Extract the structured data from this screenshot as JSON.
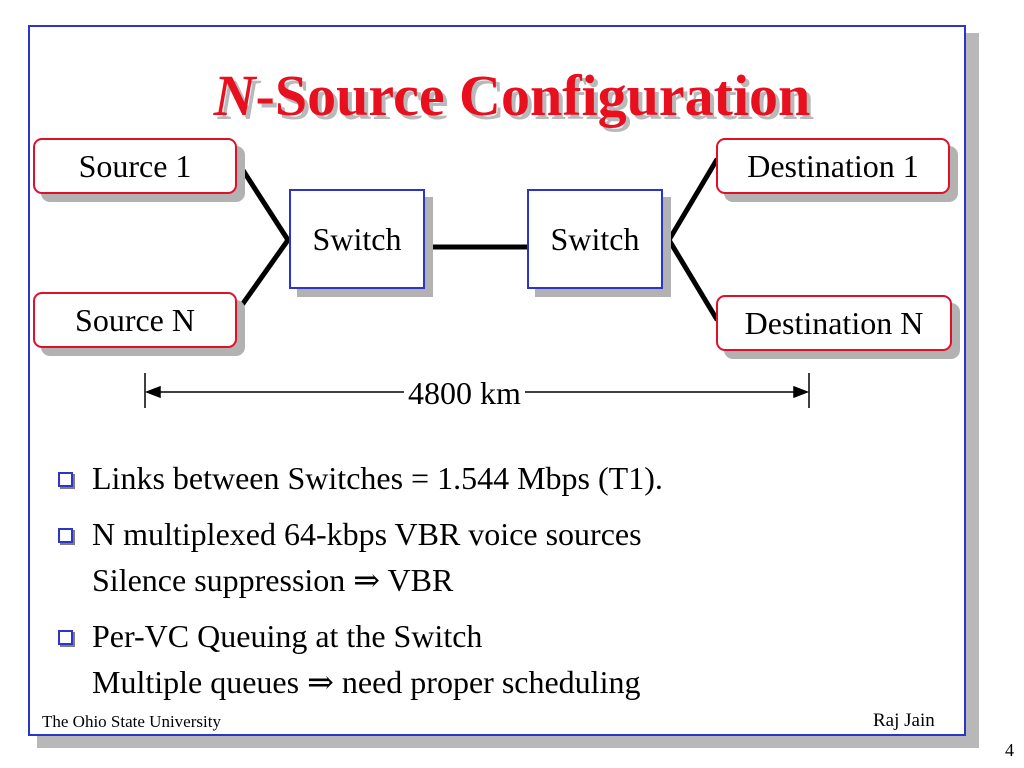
{
  "title": {
    "italic": "N",
    "rest": "-Source Configuration"
  },
  "diagram": {
    "sources": [
      "Source 1",
      "Source N"
    ],
    "switches": [
      "Switch",
      "Switch"
    ],
    "destinations": [
      "Destination 1",
      "Destination N"
    ],
    "distance": "4800 km"
  },
  "bullets": [
    {
      "lines": [
        "Links between Switches = 1.544 Mbps (T1)."
      ]
    },
    {
      "lines": [
        "N multiplexed 64-kbps VBR voice sources",
        "Silence suppression ⇒ VBR"
      ]
    },
    {
      "lines": [
        "Per-VC Queuing at the Switch",
        "Multiple queues ⇒ need proper scheduling"
      ]
    }
  ],
  "footer": {
    "left": "The Ohio State University",
    "right": "Raj Jain"
  },
  "page_number": "4",
  "colors": {
    "title": "#e8101f",
    "frame": "#2b35c8",
    "node_border_red": "#e0102a"
  }
}
